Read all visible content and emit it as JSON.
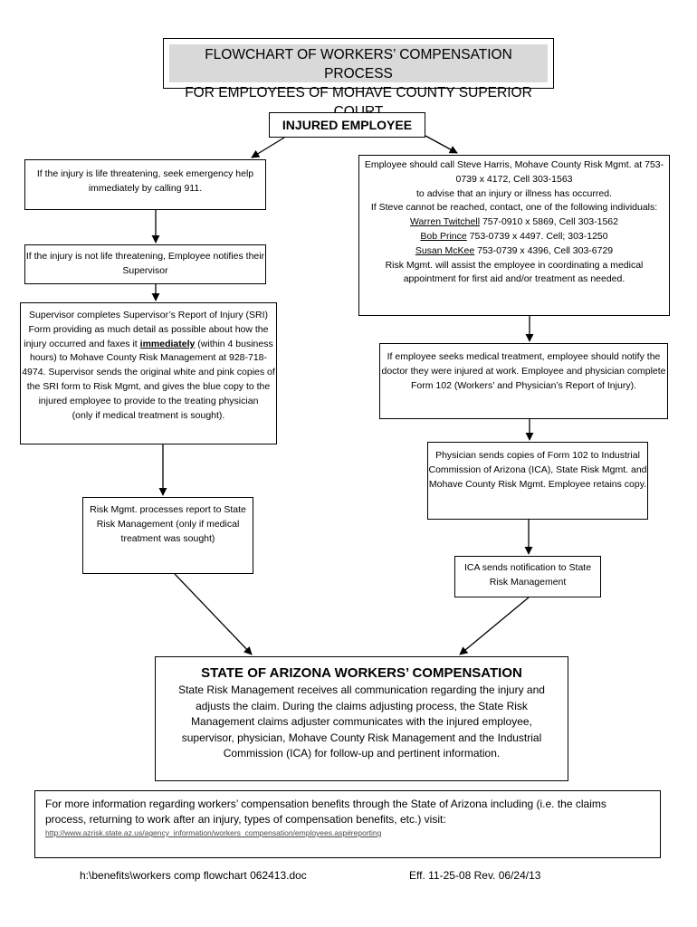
{
  "title": {
    "line1": "FLOWCHART OF WORKERS’ COMPENSATION PROCESS",
    "line2": "FOR EMPLOYEES OF MOHAVE COUNTY SUPERIOR COURT"
  },
  "injured_employee": "INJURED EMPLOYEE",
  "left_branch": {
    "box_911": "If the injury is life threatening, seek emergency help immediately by calling 911.",
    "box_notify": "If the injury is not life threatening, Employee notifies their Supervisor",
    "sri": {
      "part1": "Supervisor completes Supervisor’s Report of Injury (SRI) Form providing as much detail as possible about how the injury occurred and faxes it ",
      "emphasis": "immediately",
      "part2": " (within 4 business hours) to Mohave County Risk Management at 928-718-4974. Supervisor sends the original white and pink copies of the SRI form to Risk Mgmt, and gives the blue copy to the injured employee to provide to the treating physician",
      "note": "(only if medical treatment is sought)."
    },
    "box_risk_processes": "Risk Mgmt. processes report to State Risk Management (only if medical treatment was sought)"
  },
  "right_branch": {
    "call": {
      "line1": "Employee should call Steve Harris, Mohave County Risk Mgmt. at 753-0739 x 4172, Cell 303-1563",
      "line2": "to advise that an injury or illness has occurred.",
      "line3": "If Steve cannot be reached, contact, one of the following individuals:",
      "contacts": [
        {
          "name": "Warren Twitchell",
          "phones": " 757-0910 x 5869, Cell 303-1562"
        },
        {
          "name": "Bob Prince",
          "phones": " 753-0739 x 4497. Cell; 303-1250"
        },
        {
          "name": "Susan McKee",
          "phones": " 753-0739 x 4396, Cell 303-6729"
        }
      ],
      "line4": "Risk Mgmt. will assist the employee in coordinating a medical appointment for first aid and/or treatment as needed."
    },
    "box_medical": "If employee seeks medical treatment, employee should notify the doctor they were injured at work.   Employee and physician complete Form 102 (Workers’ and Physician’s Report of Injury).",
    "box_physician": "Physician sends copies of Form 102 to Industrial Commission of Arizona (ICA), State Risk Mgmt. and Mohave County Risk Mgmt.  Employee retains copy.",
    "box_ica": "ICA sends notification to State Risk Management"
  },
  "state": {
    "title": "STATE OF ARIZONA WORKERS’ COMPENSATION",
    "body": "State Risk Management receives all communication regarding the injury and adjusts the claim.  During the claims adjusting process, the State Risk Management claims adjuster communicates with the injured employee, supervisor, physician, Mohave County Risk Management and the Industrial Commission (ICA) for follow-up and pertinent information."
  },
  "more_info": {
    "text": "For more information regarding workers’ compensation benefits through the State of Arizona including (i.e. the claims process, returning to work after an injury, types of compensation benefits, etc.) visit:",
    "link": "http://www.azrisk.state.az.us/agency_information/workers_compensation/employees.asp#reporting"
  },
  "footer": {
    "path": "h:\\benefits\\workers comp flowchart 062413.doc",
    "revision": "Eff. 11-25-08   Rev. 06/24/13"
  }
}
